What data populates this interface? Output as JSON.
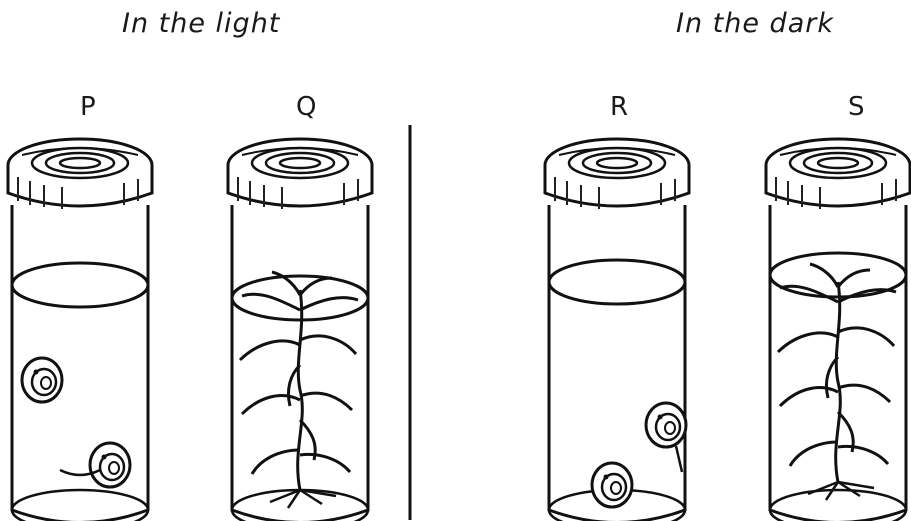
{
  "headings": {
    "light": "In the light",
    "dark": "In the dark"
  },
  "tubes": [
    {
      "label": "P",
      "contents": [
        "snail",
        "snail"
      ]
    },
    {
      "label": "Q",
      "contents": [
        "water-plant"
      ]
    },
    {
      "label": "R",
      "contents": [
        "snail",
        "snail"
      ]
    },
    {
      "label": "S",
      "contents": [
        "water-plant"
      ]
    }
  ]
}
